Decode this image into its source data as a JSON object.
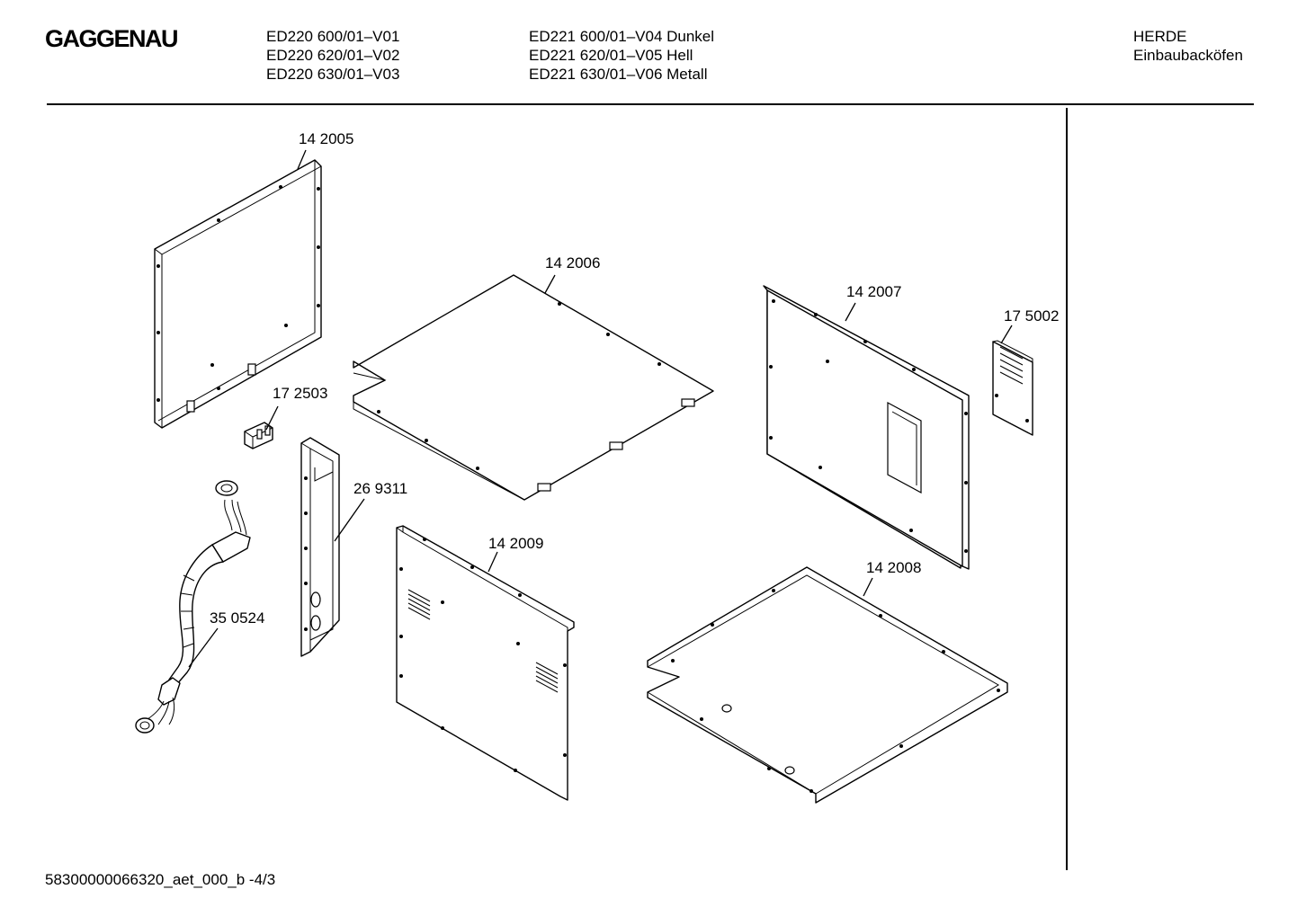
{
  "header": {
    "brand": "GAGGENAU",
    "models_left": [
      "ED220 600/01–V01",
      "ED220 620/01–V02",
      "ED220 630/01–V03"
    ],
    "models_right": [
      "ED221 600/01–V04 Dunkel",
      "ED221 620/01–V05 Hell",
      "ED221 630/01–V06 Metall"
    ],
    "category": "HERDE",
    "subcategory": "Einbaubacköfen"
  },
  "parts": {
    "p142005": "14 2005",
    "p142006": "14 2006",
    "p142007": "14 2007",
    "p175002": "17 5002",
    "p172503": "17 2503",
    "p269311": "26 9311",
    "p142009": "14 2009",
    "p142008": "14 2008",
    "p350524": "35 0524"
  },
  "footer": {
    "doc_id": "58300000066320_aet_000_b  -4/3"
  }
}
